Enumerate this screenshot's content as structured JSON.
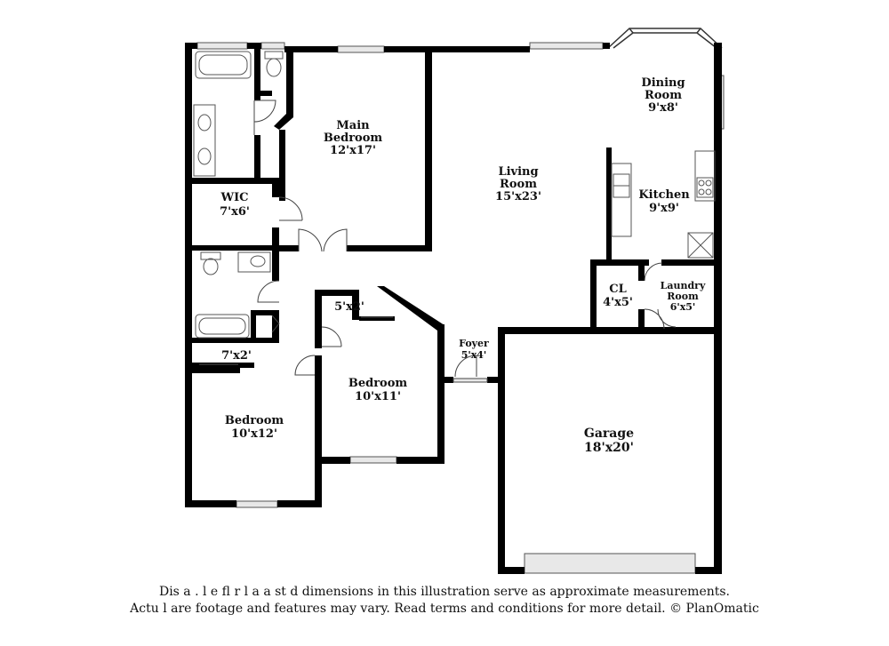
{
  "colors": {
    "wall": "#000000",
    "window": "#e6e6e6",
    "fixture": "#666666",
    "background": "#ffffff"
  },
  "rooms": {
    "main_bedroom": {
      "name_line1": "Main",
      "name_line2": "Bedroom",
      "dims": "12'x17'"
    },
    "wic": {
      "name": "WIC",
      "dims": "7'x6'"
    },
    "living_room": {
      "name_line1": "Living",
      "name_line2": "Room",
      "dims": "15'x23'"
    },
    "dining_room": {
      "name_line1": "Dining",
      "name_line2": "Room",
      "dims": "9'x8'"
    },
    "kitchen": {
      "name": "Kitchen",
      "dims": "9'x9'"
    },
    "closet": {
      "name": "CL",
      "dims": "4'x5'"
    },
    "laundry_room": {
      "name_line1": "Laundry",
      "name_line2": "Room",
      "dims": "6'x5'"
    },
    "hall_closet": {
      "dims": "5'x2'"
    },
    "bedroom_center": {
      "name": "Bedroom",
      "dims": "10'x11'"
    },
    "foyer": {
      "name": "Foyer",
      "dims": "5'x4'"
    },
    "garage": {
      "name": "Garage",
      "dims": "18'x20'"
    },
    "bedroom_closet": {
      "dims": "7'x2'"
    },
    "bedroom_left": {
      "name": "Bedroom",
      "dims": "10'x12'"
    }
  },
  "disclaimer": {
    "line1": "Dis    a  .  l  e  fl   r  l a  a   st   d dimensions in this illustration serve as approximate measurements.",
    "line2": "Actu   l  are footage and features may vary. Read terms and conditions for more detail. © PlanOmatic"
  }
}
